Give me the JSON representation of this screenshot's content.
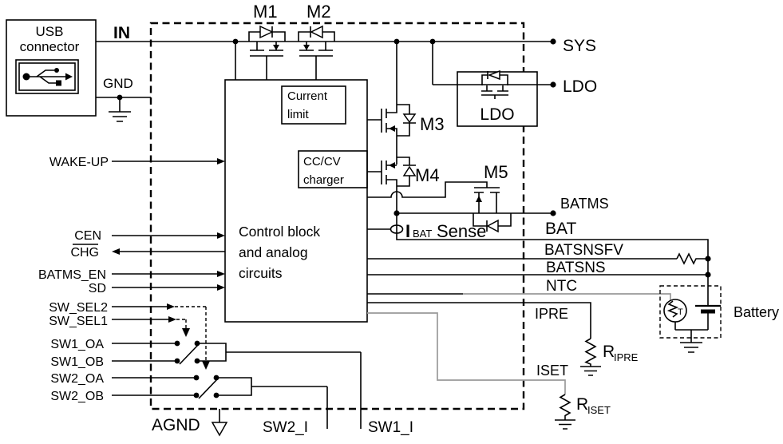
{
  "usb": {
    "line1": "USB",
    "line2": "connector"
  },
  "pins": {
    "in": "IN",
    "gnd": "GND",
    "sys": "SYS",
    "ldo": "LDO",
    "batms": "BATMS",
    "bat": "BAT",
    "batsnsfv": "BATSNSFV",
    "batsns": "BATSNS",
    "ntc": "NTC",
    "ipre": "IPRE",
    "iset": "ISET",
    "wake_up": "WAKE-UP",
    "cen": "CEN",
    "chg": "CHG",
    "batms_en": "BATMS_EN",
    "sd": "SD",
    "sw_sel2": "SW_SEL2",
    "sw_sel1": "SW_SEL1",
    "sw1_oa": "SW1_OA",
    "sw1_ob": "SW1_OB",
    "sw2_oa": "SW2_OA",
    "sw2_ob": "SW2_OB",
    "agnd": "AGND",
    "sw2_i": "SW2_I",
    "sw1_i": "SW1_I"
  },
  "blocks": {
    "control_line1": "Control block",
    "control_line2": "and analog",
    "control_line3": "circuits",
    "current_limit_line1": "Current",
    "current_limit_line2": "limit",
    "charger_line1": "CC/CV",
    "charger_line2": "charger",
    "ldo": "LDO"
  },
  "transistors": {
    "m1": "M1",
    "m2": "M2",
    "m3": "M3",
    "m4": "M4",
    "m5": "M5"
  },
  "annotations": {
    "ibat_symbol": "I",
    "ibat_subscript": "BAT",
    "ibat_word": "Sense",
    "r_ipre_symbol": "R",
    "r_ipre_subscript": "IPRE",
    "r_iset_symbol": "R",
    "r_iset_subscript": "ISET",
    "battery": "Battery",
    "thermistor": "T"
  },
  "colors": {
    "wire": "#000000",
    "secondary_wire": "#9a9a9a",
    "background": "#ffffff"
  }
}
